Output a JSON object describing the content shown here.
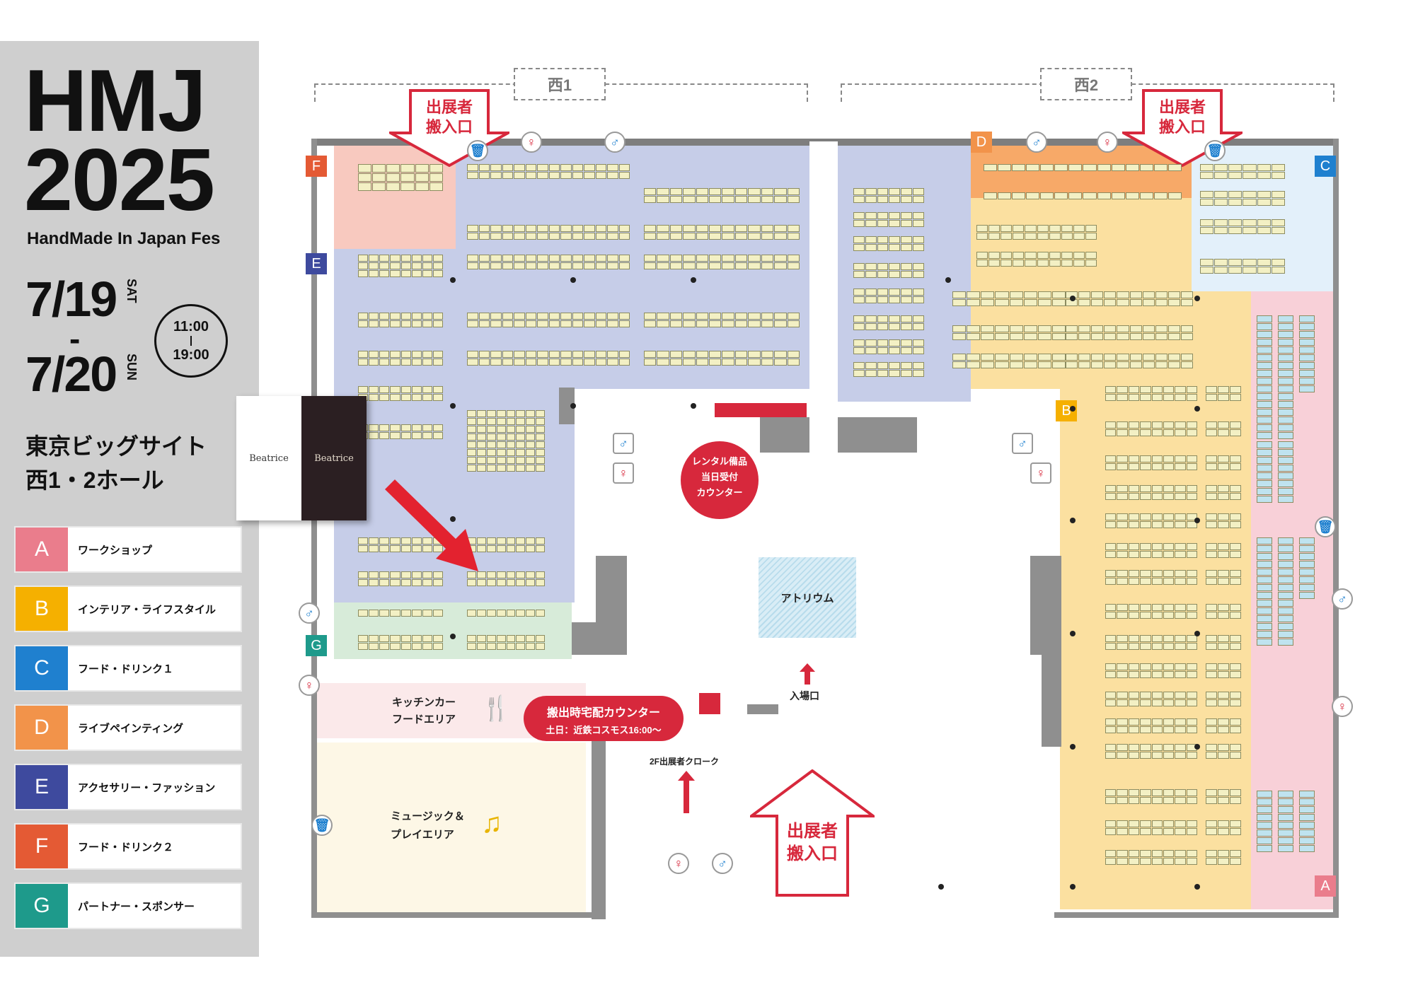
{
  "event": {
    "logo_line1": "HMJ",
    "logo_line2": "2025",
    "subtitle": "HandMade In Japan Fes",
    "date1": "7/19",
    "date1_dow": "SAT",
    "date_sep": "-",
    "date2": "7/20",
    "date2_dow": "SUN",
    "time_open": "11:00",
    "time_close": "19:00",
    "venue_line1": "東京ビッグサイト",
    "venue_line2": "西1・2ホール"
  },
  "legend": [
    {
      "key": "A",
      "label": "ワークショップ",
      "color": "#ea7d8c"
    },
    {
      "key": "B",
      "label": "インテリア・ライフスタイル",
      "color": "#f5b000"
    },
    {
      "key": "C",
      "label": "フード・ドリンク１",
      "color": "#1f80cf"
    },
    {
      "key": "D",
      "label": "ライブペインティング",
      "color": "#f2934a"
    },
    {
      "key": "E",
      "label": "アクセサリー・ファッション",
      "color": "#3e4a9e"
    },
    {
      "key": "F",
      "label": "フード・ドリンク２",
      "color": "#e45a34"
    },
    {
      "key": "G",
      "label": "パートナー・スポンサー",
      "color": "#1e9a8b"
    }
  ],
  "banner": {
    "brand_left": "Beatrice",
    "brand_right": "Beatrice"
  },
  "map": {
    "hall1_label": "西1",
    "hall2_label": "西2",
    "exhibitor_entrance_left": "出展者\n搬入口",
    "exhibitor_entrance_right": "出展者\n搬入口",
    "exhibitor_entrance_bottom": "出展者\n搬入口",
    "rental_counter": "レンタル備品\n当日受付\nカウンター",
    "atrium": "アトリウム",
    "entrance": "入場口",
    "kitchen_car": "キッチンカー\nフードエリア",
    "music_area": "ミュージック＆\nプレイエリア",
    "delivery_counter": "搬出時宅配カウンター",
    "delivery_note": "土日：近鉄コスモス16:00〜",
    "cloak": "2F出展者クローク",
    "zone_labels": {
      "A": "A",
      "B": "B",
      "C": "C",
      "D": "D",
      "E": "E",
      "F": "F",
      "G": "G"
    }
  }
}
